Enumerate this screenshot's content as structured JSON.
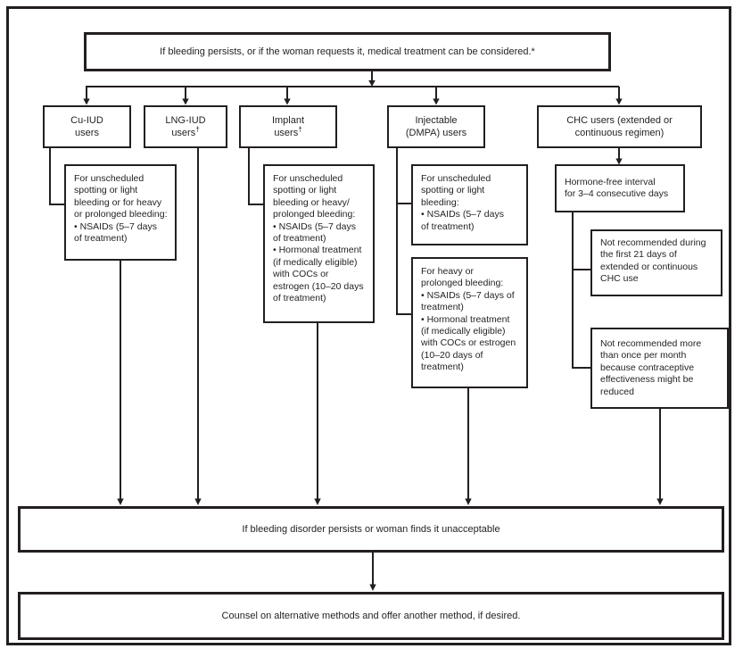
{
  "diagram": {
    "top": "If bleeding persists, or if the woman requests it, medical treatment can be considered.*",
    "headers": [
      {
        "line1": "Cu-IUD",
        "line2": "users",
        "sup": ""
      },
      {
        "line1": "LNG-IUD",
        "line2": "users",
        "sup": "†"
      },
      {
        "line1": "Implant",
        "line2": "users",
        "sup": "†"
      },
      {
        "line1": "Injectable",
        "line2": "(DMPA) users",
        "sup": ""
      },
      {
        "line1": "CHC users (extended or",
        "line2": "continuous regimen)",
        "sup": ""
      }
    ],
    "boxes": {
      "cu_treat": "For unscheduled\nspotting or light\nbleeding or for heavy\nor prolonged bleeding:\n• NSAIDs  (5–7 days\nof treatment)",
      "implant_treat": "For unscheduled\nspotting or light\nbleeding or heavy/\nprolonged bleeding:\n• NSAIDs (5–7 days\nof treatment)\n• Hormonal treatment\n(if medically eligible)\nwith COCs or\nestrogen (10–20 days\nof treatment)",
      "dmpa_treat1": "For unscheduled\nspotting or light\nbleeding:\n• NSAIDs (5–7 days\nof treatment)",
      "dmpa_treat2": "For heavy or\nprolonged bleeding:\n• NSAIDs (5–7 days of\ntreatment)\n• Hormonal treatment\n(if medically eligible)\nwith COCs or estrogen\n(10–20 days of\ntreatment)",
      "chc_interval": "Hormone-free interval\nfor 3–4 consecutive days",
      "chc_note1": "Not recommended during\nthe first 21 days of\nextended or continuous\nCHC use",
      "chc_note2": "Not recommended more\nthan once per month\nbecause contraceptive\neffectiveness might be\nreduced"
    },
    "bottom1": "If bleeding disorder persists or woman finds it unacceptable",
    "bottom2": "Counsel on alternative methods and offer another method, if desired."
  },
  "colors": {
    "ink": "#231f20",
    "background": "#ffffff"
  }
}
